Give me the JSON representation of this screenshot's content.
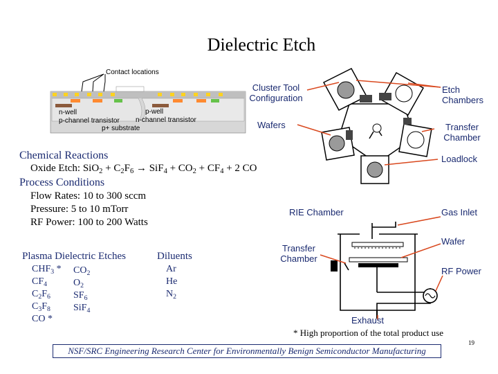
{
  "title": "Dielectric Etch",
  "contact_label": "Contact locations",
  "device": {
    "n_well": "n-well",
    "p_well": "p-well",
    "p_channel": "p-channel transistor",
    "n_channel": "n-channel transistor",
    "substrate": "p+ substrate"
  },
  "cluster": {
    "title_line1": "Cluster Tool",
    "title_line2": "Configuration",
    "wafers": "Wafers",
    "etch_line1": "Etch",
    "etch_line2": "Chambers",
    "transfer_line1": "Transfer",
    "transfer_line2": "Chamber",
    "loadlock": "Loadlock"
  },
  "chemical": {
    "heading": "Chemical Reactions",
    "oxide_prefix": "Oxide Etch:  SiO",
    "oxide_2": "2",
    "plus1": " + C",
    "c2": "2",
    "f": "F",
    "f6": "6",
    "arrow": " → SiF",
    "sif4": "4",
    "rest": " + CO",
    "co2": "2",
    "rest2": " + CF",
    "cf4": "4",
    "tail": " + 2 CO"
  },
  "process": {
    "heading": "Process Conditions",
    "flow": "Flow Rates:  10 to 300 sccm",
    "pressure": "Pressure:  5 to 10 mTorr",
    "rf": "RF Power:  100 to 200 Watts"
  },
  "plasma": {
    "heading": "Plasma Dielectric Etches",
    "col1": [
      {
        "base": "CHF",
        "sub": "3",
        "tail": " *"
      },
      {
        "base": "CF",
        "sub": "4",
        "tail": ""
      },
      {
        "base": "C",
        "sub": "2",
        "mid": "F",
        "sub2": "6",
        "tail": ""
      },
      {
        "base": "C",
        "sub": "3",
        "mid": "F",
        "sub2": "8",
        "tail": ""
      },
      {
        "base": "CO *",
        "sub": "",
        "tail": ""
      }
    ],
    "col2": [
      {
        "base": "CO",
        "sub": "2"
      },
      {
        "base": "O",
        "sub": "2"
      },
      {
        "base": "SF",
        "sub": "6"
      },
      {
        "base": "SiF",
        "sub": "4"
      }
    ]
  },
  "diluents": {
    "heading": "Diluents",
    "items": [
      {
        "base": "Ar",
        "sub": ""
      },
      {
        "base": "He",
        "sub": ""
      },
      {
        "base": "N",
        "sub": "2"
      }
    ]
  },
  "rie": {
    "title": "RIE Chamber",
    "gas_inlet": "Gas Inlet",
    "wafer": "Wafer",
    "transfer_line1": "Transfer",
    "transfer_line2": "Chamber",
    "rf_power": "RF Power",
    "exhaust": "Exhaust"
  },
  "note": "* High proportion of the total product use",
  "page_number": "19",
  "footer": "NSF/SRC Engineering Research Center for Environmentally Benign Semiconductor Manufacturing",
  "colors": {
    "navy": "#1a2a70",
    "pointer": "#d9481e",
    "wafer_gray": "#9a9a9a",
    "device_yellow": "#ffd21f"
  }
}
